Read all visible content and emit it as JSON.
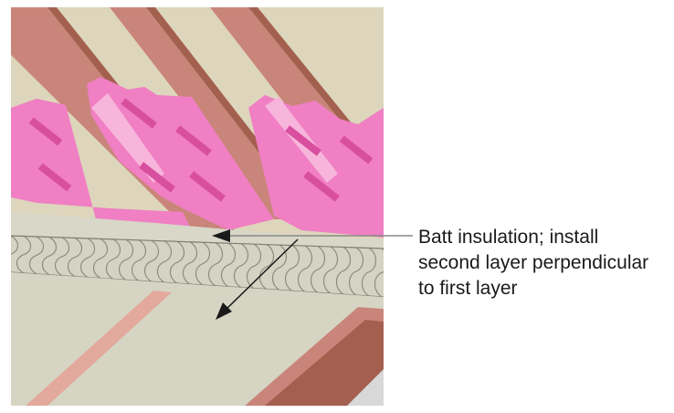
{
  "callout": {
    "lines": [
      "Batt insulation; install",
      "second layer perpendicular",
      "to first layer"
    ]
  },
  "colors": {
    "ceiling": "#ddd6bc",
    "joist_top": "#c9857a",
    "joist_side": "#b0695e",
    "insulation": "#f07fc3",
    "insulation_dark": "#d94f9f",
    "insulation_light": "#f8b5dc",
    "batt_layer": "#d4d3c4",
    "board_edge": "#7e7e72",
    "leader_line": "#888888",
    "arrow": "#1a1a1a"
  }
}
